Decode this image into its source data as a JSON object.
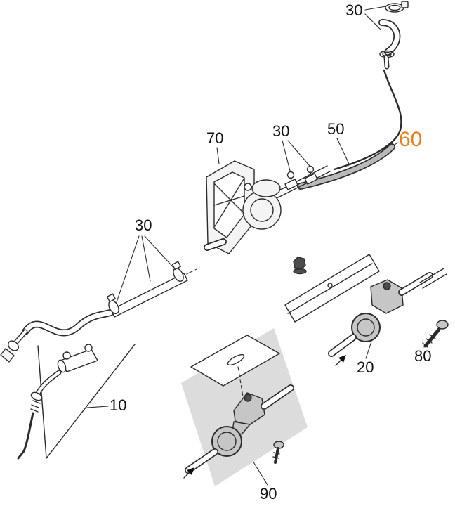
{
  "diagram": {
    "type": "exploded-parts-diagram",
    "colors": {
      "background": "#ffffff",
      "line": "#2b2b2b",
      "shade_light": "#dcdcdc",
      "shade_mid": "#c6c6c6",
      "highlight": "#e87f1f"
    },
    "labels": [
      {
        "id": "label-30-top",
        "text": "30",
        "highlight": false
      },
      {
        "id": "label-70",
        "text": "70",
        "highlight": false
      },
      {
        "id": "label-30-mid",
        "text": "30",
        "highlight": false
      },
      {
        "id": "label-50",
        "text": "50",
        "highlight": false
      },
      {
        "id": "label-60",
        "text": "60",
        "highlight": true
      },
      {
        "id": "label-30-left",
        "text": "30",
        "highlight": false
      },
      {
        "id": "label-20",
        "text": "20",
        "highlight": false
      },
      {
        "id": "label-80",
        "text": "80",
        "highlight": false
      },
      {
        "id": "label-10",
        "text": "10",
        "highlight": false
      },
      {
        "id": "label-90",
        "text": "90",
        "highlight": false
      }
    ]
  }
}
